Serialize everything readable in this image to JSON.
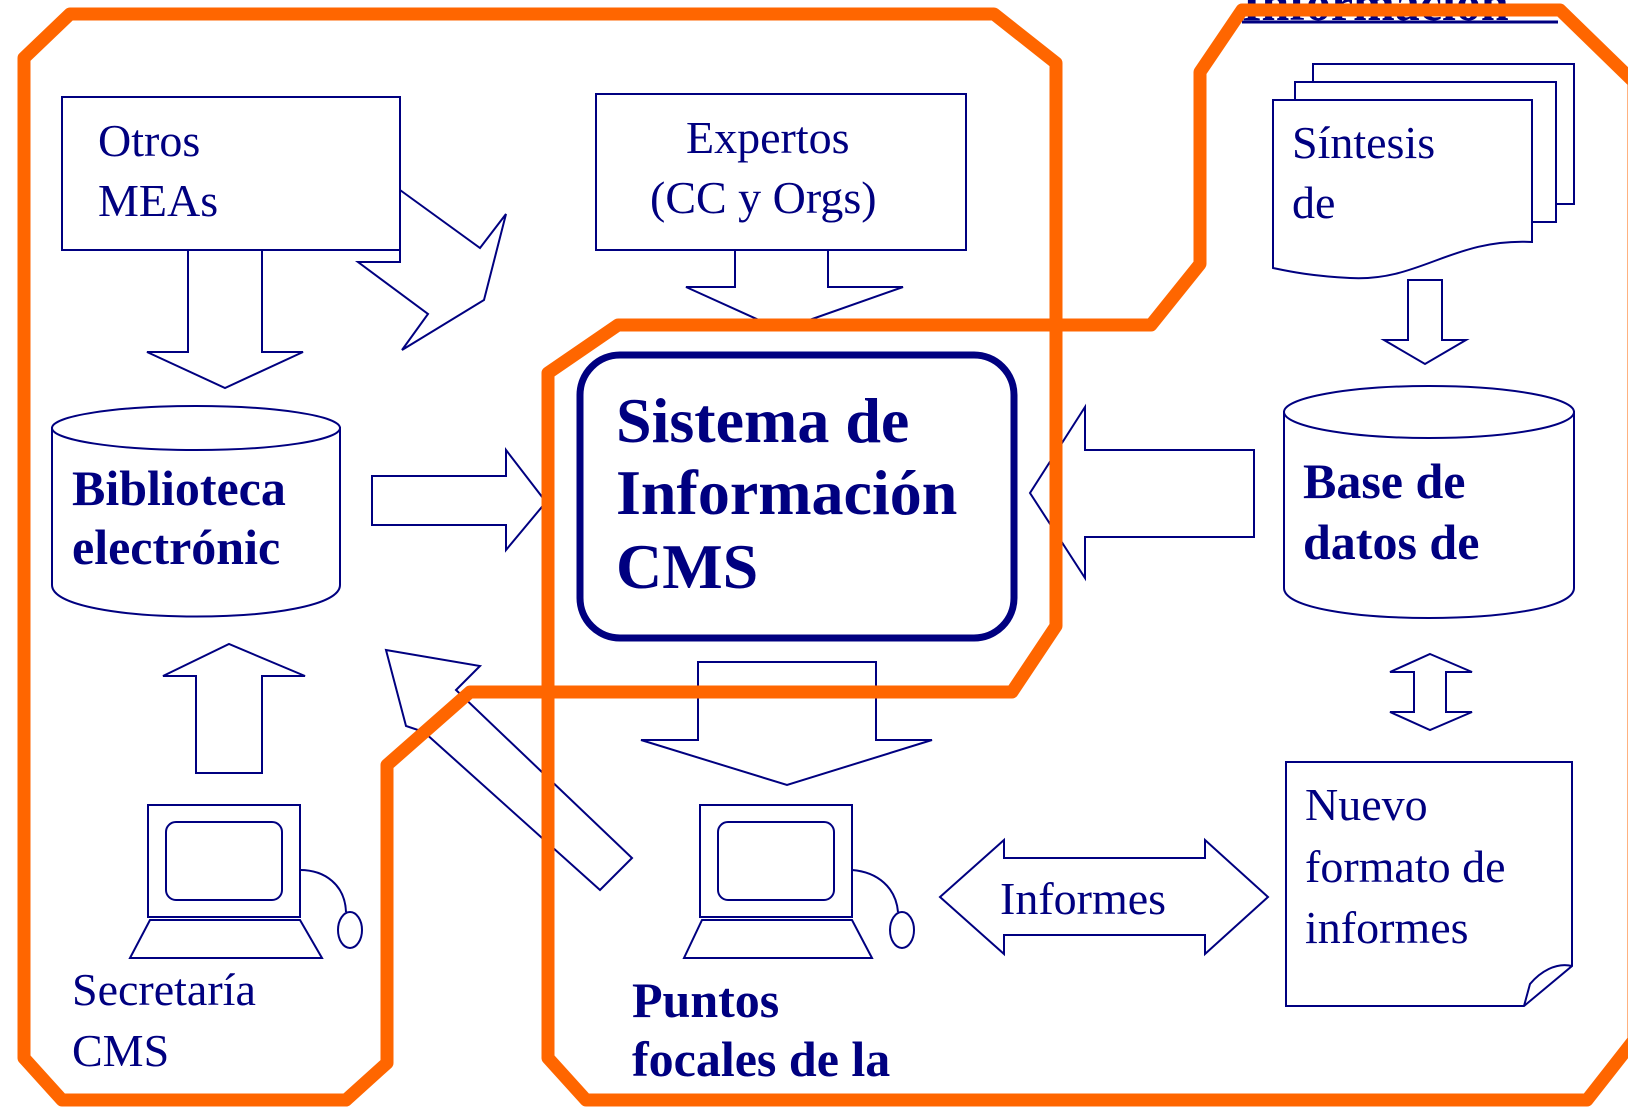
{
  "diagram": {
    "otros": [
      "Otros",
      "MEAs"
    ],
    "expertos": [
      "Expertos",
      "(CC y Orgs)"
    ],
    "sintesis": [
      "Síntesis",
      "de"
    ],
    "biblioteca": [
      "Biblioteca",
      "electrónic"
    ],
    "central": [
      "Sistema de",
      "Información",
      "CMS"
    ],
    "base_datos": [
      "Base de",
      "datos de"
    ],
    "secretaria": [
      "Secretaría",
      "CMS"
    ],
    "puntos_focales": [
      "Puntos",
      "focales de la"
    ],
    "informes_arrow": "Informes",
    "nuevo_formato": [
      "Nuevo",
      "formato de",
      "informes"
    ],
    "region_title": "Información"
  },
  "colors": {
    "text": "#000080",
    "region_border": "#ff6600",
    "background": "#ffffff"
  }
}
